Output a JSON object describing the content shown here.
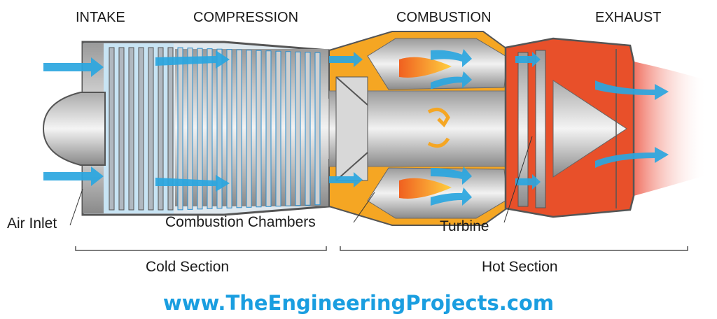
{
  "diagram": {
    "title": "Jet Engine Sections",
    "stages": [
      "INTAKE",
      "COMPRESSION",
      "COMBUSTION",
      "EXHAUST"
    ],
    "callouts": {
      "air_inlet": "Air Inlet",
      "combustion_chambers": "Combustion Chambers",
      "turbine": "Turbine"
    },
    "sections": {
      "cold": "Cold Section",
      "hot": "Hot Section"
    },
    "website": "www.TheEngineeringProjects.com",
    "colors": {
      "airflow": "#2aa6e0",
      "combustor": "#f5a623",
      "hot_casing": "#e8502a",
      "metal": "#c8c8c8",
      "website": "#1a9ee0"
    }
  }
}
